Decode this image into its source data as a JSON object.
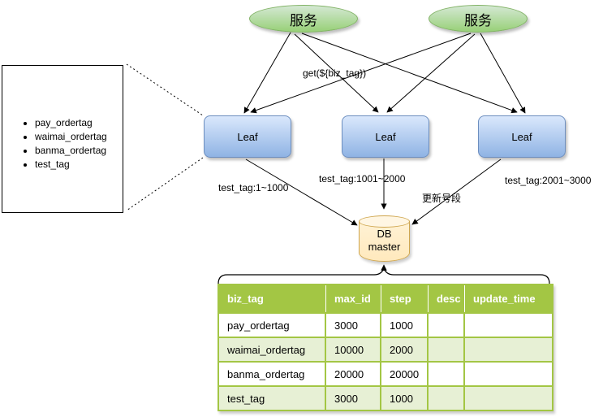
{
  "diagram": {
    "services": [
      {
        "label": "服务"
      },
      {
        "label": "服务"
      }
    ],
    "get_label": "get(${biz_tag})",
    "leaf_nodes": [
      {
        "label": "Leaf"
      },
      {
        "label": "Leaf"
      },
      {
        "label": "Leaf"
      }
    ],
    "db": {
      "line1": "DB",
      "line2": "master"
    },
    "edge_labels": {
      "leaf1_segment": "test_tag:1~1000",
      "leaf2_segment": "test_tag:1001~2000",
      "leaf3_segment": "test_tag:2001~3000",
      "update_segment": "更新号段"
    },
    "tag_list": {
      "items": [
        "pay_ordertag",
        "waimai_ordertag",
        "banma_ordertag",
        "test_tag"
      ]
    },
    "table": {
      "headers": [
        "biz_tag",
        "max_id",
        "step",
        "desc",
        "update_time"
      ],
      "rows": [
        [
          "pay_ordertag",
          "3000",
          "1000",
          "",
          ""
        ],
        [
          "waimai_ordertag",
          "10000",
          "2000",
          "",
          ""
        ],
        [
          "banma_ordertag",
          "20000",
          "20000",
          "",
          ""
        ],
        [
          "test_tag",
          "3000",
          "1000",
          "",
          ""
        ]
      ]
    },
    "colors": {
      "service_fill": "#97d077",
      "service_stroke": "#82b366",
      "leaf_fill": "#8fb3e4",
      "leaf_stroke": "#6c8ebf",
      "db_fill": "#ffe9bd",
      "db_stroke": "#cfa64f",
      "table_header": "#a3c644",
      "table_alt_row": "#e7f0d5",
      "connector": "#000000"
    }
  }
}
